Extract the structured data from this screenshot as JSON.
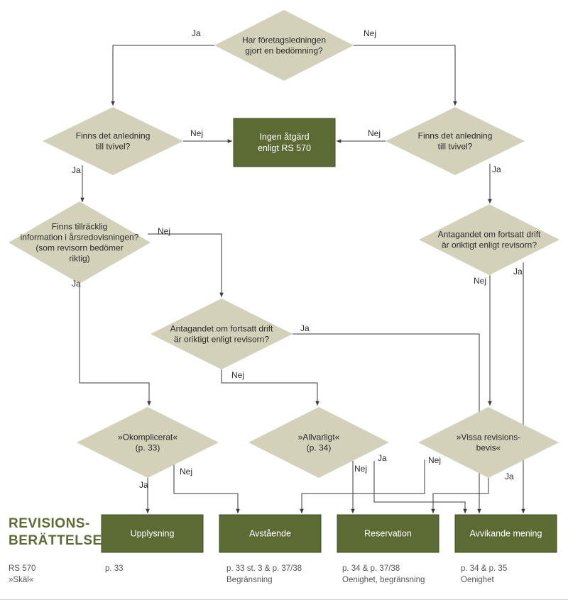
{
  "decisions": {
    "d1": [
      "Har företagsledningen",
      "gjort en bedömning?"
    ],
    "d2": [
      "Finns det anledning",
      "till tvivel?"
    ],
    "d3": [
      "Finns det anledning",
      "till tvivel?"
    ],
    "d4": [
      "Finns tillräcklig",
      "information i årsredovisningen?",
      "(som revisorn bedömer",
      "riktig)"
    ],
    "d5": [
      "Antagandet om fortsatt drift",
      "är oriktigt enligt revisorn?"
    ],
    "d6": [
      "Antagandet om fortsatt drift",
      "är oriktigt enligt revisorn?"
    ],
    "d7": [
      "»Okomplicerat«",
      "(p. 33)"
    ],
    "d8": [
      "»Allvarligt«",
      "(p. 34)"
    ],
    "d9": [
      "»Vissa revisions-",
      "bevis«"
    ]
  },
  "boxes": {
    "none": [
      "Ingen åtgärd",
      "enligt RS 570"
    ],
    "upplysning": [
      "Upplysning"
    ],
    "avstaende": [
      "Avstående"
    ],
    "reservation": [
      "Reservation"
    ],
    "avvikande": [
      "Avvikande mening"
    ]
  },
  "edge_labels": {
    "yes": "Ja",
    "no": "Nej"
  },
  "section_title": [
    "REVISIONS-",
    "BERÄTTELSE"
  ],
  "footer": {
    "rs_label": [
      "RS 570",
      "»Skäl«"
    ],
    "upplysning": [
      "p. 33"
    ],
    "avstaende": [
      "p. 33 st. 3 & p. 37/38",
      "Begränsning"
    ],
    "reservation": [
      "p. 34 & p. 37/38",
      "Oenighet, begränsning"
    ],
    "avvikande": [
      "p. 34 & p. 35",
      "Oenighet"
    ]
  },
  "colors": {
    "decision": "#d3d1b9",
    "outcome": "#5b6b33",
    "title": "#5b6b33"
  }
}
